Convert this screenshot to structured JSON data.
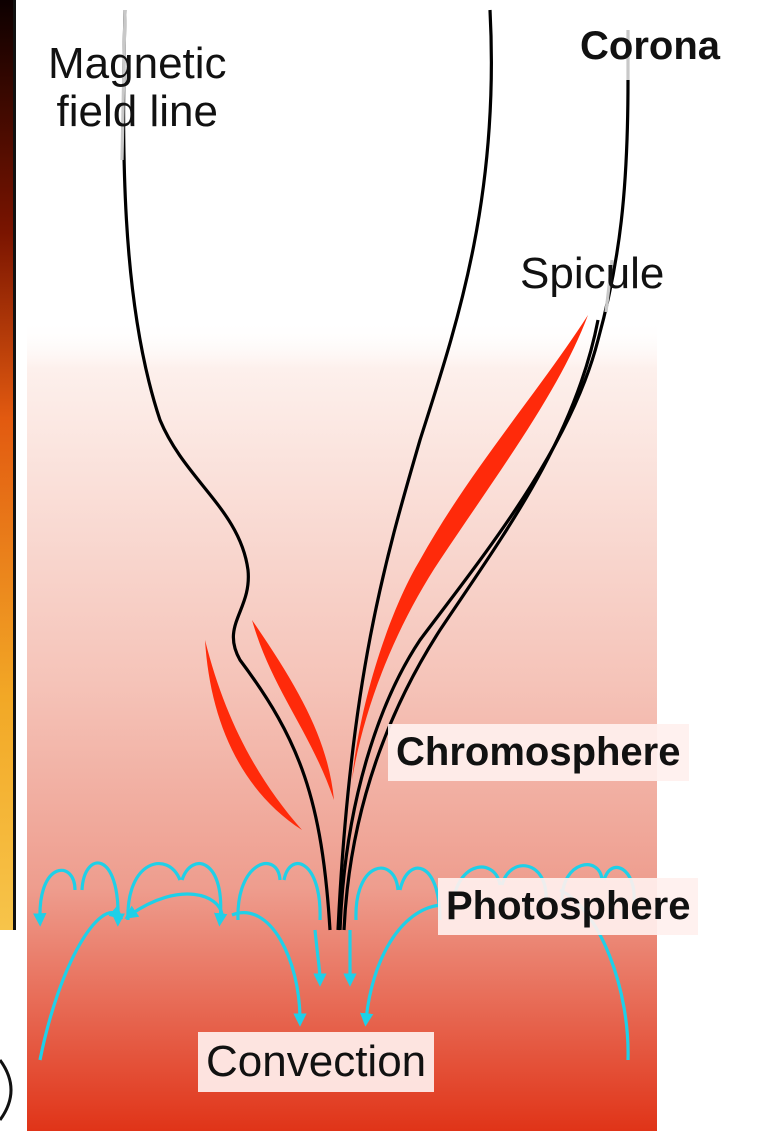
{
  "labels": {
    "magnetic_field_line": "Magnetic\nfield line",
    "corona": "Corona",
    "spicule": "Spicule",
    "chromosphere": "Chromosphere",
    "photosphere": "Photosphere",
    "convection": "Convection"
  },
  "colors": {
    "atmosphere_top": "#ffffff",
    "atmosphere_mid": "#f2aea2",
    "atmosphere_bottom": "#e03418",
    "spicule": "#ff2a0a",
    "field_line": "#000000",
    "convection_flow": "#1fd0e8",
    "left_strip_top": "#1a0000",
    "left_strip_bottom": "#f3b020"
  }
}
